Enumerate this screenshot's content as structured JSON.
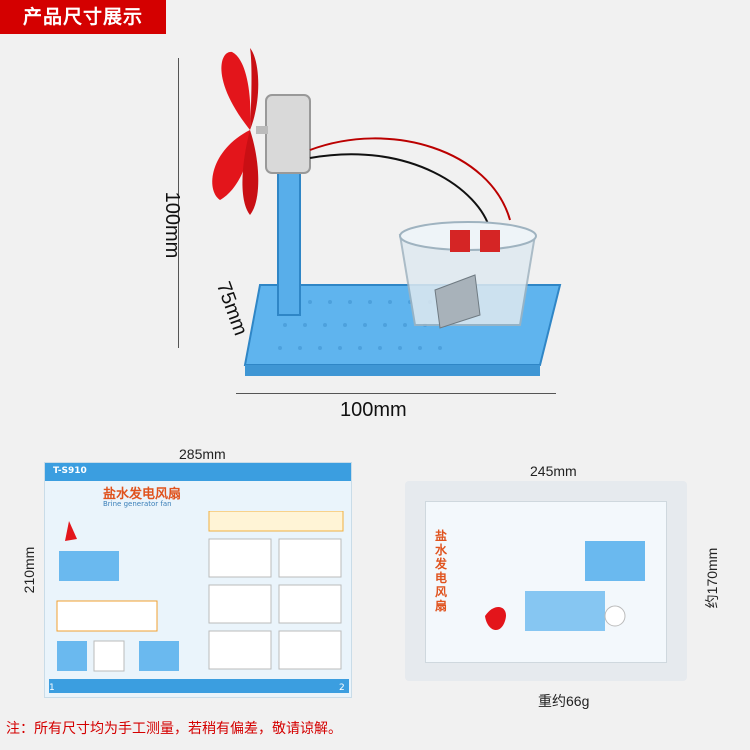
{
  "header": {
    "title": "产品尺寸展示"
  },
  "top_product": {
    "height_label": "100mm",
    "depth_label": "75mm",
    "width_label": "100mm"
  },
  "poster": {
    "width_label": "285mm",
    "height_label": "210mm",
    "code": "T-S910",
    "heading": "盐水发电风扇",
    "subheading": "Brine generator fan",
    "page_left": "1",
    "page_right": "2"
  },
  "bag": {
    "width_label": "245mm",
    "height_label": "约170mm",
    "weight_label": "重约66g",
    "side_text": "盐水发电风扇"
  },
  "footer": {
    "note": "注：所有尺寸均为手工测量，若稍有偏差，敬请谅解。"
  },
  "colors": {
    "red": "#d40000",
    "blue_base": "#4fa8e6",
    "fan_red": "#e3151b"
  }
}
